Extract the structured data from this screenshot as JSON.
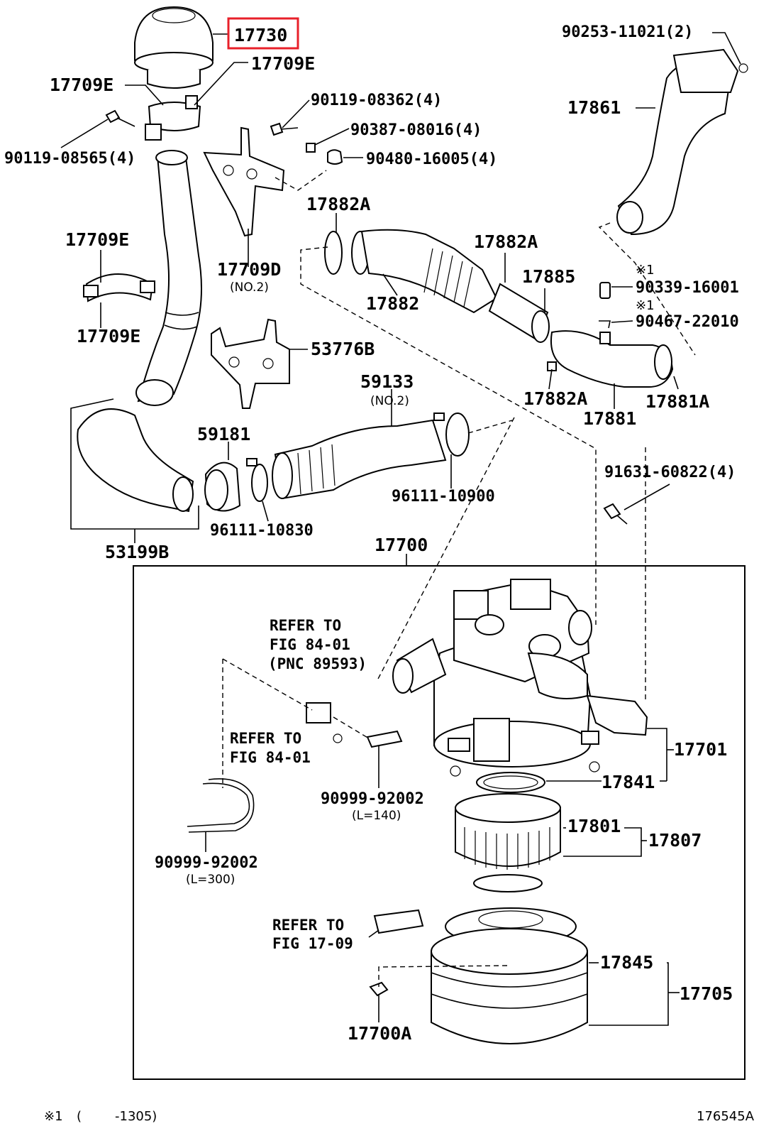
{
  "figure_id": "176545A",
  "highlight_color": "#e8202a",
  "highlighted_part": "17730",
  "labels": {
    "p17730": "17730",
    "p17709e_a": "17709E",
    "p17709e_b": "17709E",
    "p17709e_c": "17709E",
    "p17709e_d": "17709E",
    "p90119_08565": "90119-08565(4)",
    "p90119_08362": "90119-08362(4)",
    "p90387_08016": "90387-08016(4)",
    "p90480_16005": "90480-16005(4)",
    "p17709d": "17709D",
    "p17709d_sub": "(NO.2)",
    "p17882a_a": "17882A",
    "p17882a_b": "17882A",
    "p17882a_c": "17882A",
    "p17882": "17882",
    "p17885": "17885",
    "p90253": "90253-11021(2)",
    "p17861": "17861",
    "p90339": "90339-16001",
    "p90467": "90467-22010",
    "mark1a": "※1",
    "mark1b": "※1",
    "p17881": "17881",
    "p17881a": "17881A",
    "p53776b": "53776B",
    "p59133": "59133",
    "p59133_sub": "(NO.2)",
    "p59181": "59181",
    "p96111_10830": "96111-10830",
    "p96111_10900": "96111-10900",
    "p53199b": "53199B",
    "p91631": "91631-60822(4)",
    "p17700": "17700",
    "p17701": "17701",
    "p17841": "17841",
    "p17801": "17801",
    "p17807": "17807",
    "p17845": "17845",
    "p17705": "17705",
    "p17700a": "17700A",
    "p90999_92002_a": "90999-92002",
    "p90999_92002_a_sub": "(L=140)",
    "p90999_92002_b": "90999-92002",
    "p90999_92002_b_sub": "(L=300)"
  },
  "references": {
    "ref1_line1": "REFER TO",
    "ref1_line2": "FIG 84-01",
    "ref1_line3": "(PNC 89593)",
    "ref2_line1": "REFER TO",
    "ref2_line2": "FIG 84-01",
    "ref3_line1": "REFER TO",
    "ref3_line2": "FIG 17-09"
  },
  "footnote": {
    "mark": "※1",
    "open": "(",
    "range": "-1305)"
  }
}
